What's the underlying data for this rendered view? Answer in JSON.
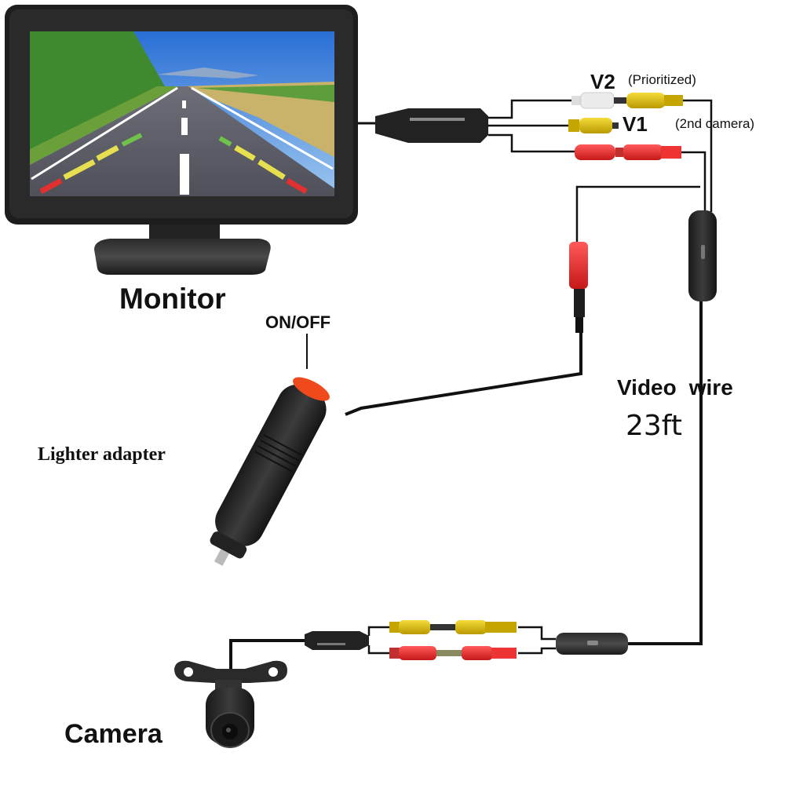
{
  "diagram": {
    "type": "wiring-diagram",
    "subject": "Car backup camera kit connection",
    "labels": {
      "monitor": "Monitor",
      "on_off": "ON/OFF",
      "lighter_adapter": "Lighter adapter",
      "v2": "V2",
      "v2_note": "(Prioritized)",
      "v1": "V1",
      "v1_note": "(2nd camera)",
      "video_wire_a": "Video",
      "video_wire_b": "wire",
      "video_wire_length": "23ft",
      "camera": "Camera"
    },
    "components": [
      {
        "id": "monitor",
        "label": "Monitor"
      },
      {
        "id": "lighter-adapter",
        "label": "Lighter adapter",
        "feature": "ON/OFF"
      },
      {
        "id": "camera",
        "label": "Camera"
      },
      {
        "id": "video-wire",
        "label": "Video wire",
        "length": "23ft"
      }
    ],
    "connectors": [
      {
        "id": "v2",
        "color": "yellow",
        "note": "Prioritized"
      },
      {
        "id": "v1",
        "color": "yellow",
        "note": "2nd camera"
      },
      {
        "id": "power",
        "color": "red"
      }
    ],
    "colors": {
      "rca_yellow": "#e5c400",
      "rca_red": "#e8262a",
      "rca_white": "#e8e8e8",
      "cable": "#111111",
      "switch_red": "#f04a1c"
    }
  }
}
